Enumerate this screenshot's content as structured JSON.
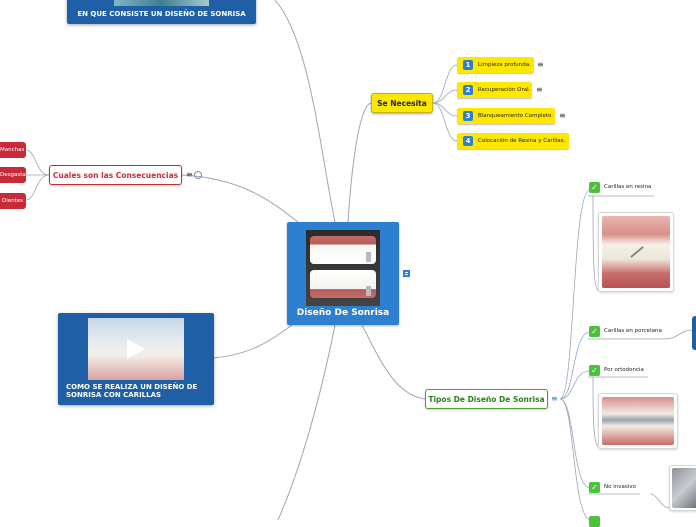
{
  "central": {
    "title": "Diseño De Sonrisa"
  },
  "se_necesita": {
    "title": "Se Necesita",
    "items": [
      {
        "num": "1",
        "label": "Limpieza profunda."
      },
      {
        "num": "2",
        "label": "Recuperación Oral."
      },
      {
        "num": "3",
        "label": "Blanqueamiento Completo."
      },
      {
        "num": "4",
        "label": "Colocación de Resina y Carillas."
      }
    ]
  },
  "consecuencias": {
    "title": "Cuales son las Consecuencias",
    "items": [
      "Manchas",
      "Desgastados",
      "Dientes"
    ]
  },
  "tipos": {
    "title": "Tipos De Diseño De Sonrisa",
    "items": [
      "Carillas en resina",
      "Carillas en porcelana",
      "Por ortodoncia",
      "No invasivo"
    ]
  },
  "videos": {
    "top": "EN QUE CONSISTE UN DISEÑO DE SONRISA",
    "left": "COMO SE REALIZA UN DISEÑO DE SONRISA CON CARILLAS"
  },
  "note_glyph": "≡",
  "check_glyph": "✓",
  "colors": {
    "central": "#2f7fd0",
    "yellow": "#ffe800",
    "red": "#c92a3a",
    "green": "#4aa52e",
    "video": "#1f5fa6"
  }
}
